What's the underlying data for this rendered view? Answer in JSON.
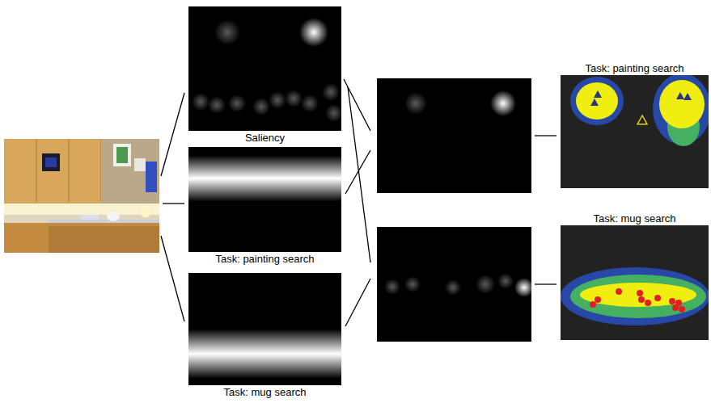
{
  "diagram": {
    "nodes": [
      {
        "text": [
          "Saliency"
        ]
      },
      {
        "text": [
          "Task: painting search"
        ]
      },
      {
        "text": [
          "Task: mug search"
        ]
      },
      {
        "text": [
          "Task: painting search"
        ]
      },
      {
        "text": [
          "Task: mug search"
        ]
      }
    ]
  }
}
